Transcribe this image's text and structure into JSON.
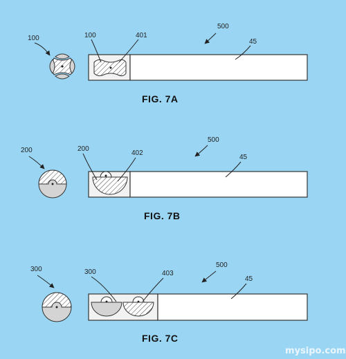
{
  "figures": [
    {
      "caption": "FIG. 7A",
      "labels": {
        "loose_part": "100",
        "inserted_part": "100",
        "cavity": "401",
        "assembly": "500",
        "rod": "45"
      }
    },
    {
      "caption": "FIG. 7B",
      "labels": {
        "loose_part": "200",
        "inserted_part": "200",
        "cavity": "402",
        "assembly": "500",
        "rod": "45"
      }
    },
    {
      "caption": "FIG. 7C",
      "labels": {
        "loose_part": "300",
        "inserted_part": "300",
        "cavity": "403",
        "assembly": "500",
        "rod": "45"
      }
    }
  ],
  "watermark": "mysipo.com",
  "colors": {
    "background": "#9ad6f3",
    "line": "#333333",
    "fill_light": "#ffffff",
    "fill_grey": "#d4d4d4"
  }
}
